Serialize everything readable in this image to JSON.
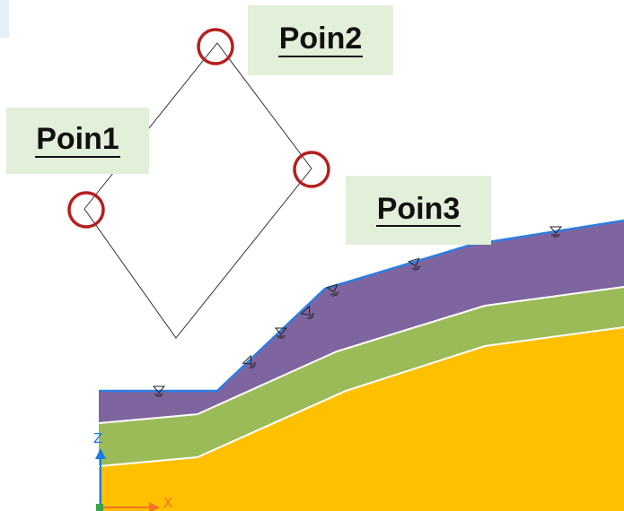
{
  "labels": {
    "point1": "Poin1",
    "point2": "Poin2",
    "point3": "Poin3"
  },
  "axes": {
    "vertical": "Z",
    "horizontal": "X"
  },
  "colors": {
    "background": "#ffffff",
    "label_background": "#e2efd9",
    "top_layer": "#7f659f",
    "middle_layer": "#9bbb59",
    "bottom_layer": "#ffc000",
    "water_table": "#2e7de0",
    "marker_ring": "#b41f1f",
    "axis_z": "#1a7be0",
    "axis_x": "#f27320"
  },
  "icons": {
    "water_marker": "inverted-triangle-water-symbol",
    "point_marker": "circle-marker"
  }
}
